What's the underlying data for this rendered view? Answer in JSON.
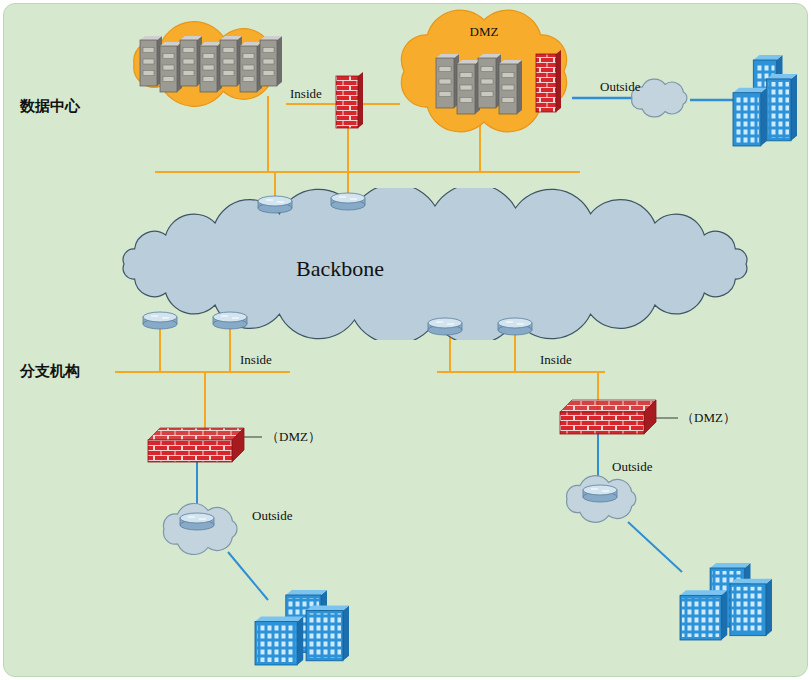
{
  "diagram": {
    "nodes": [
      {
        "text": [
          "DMZ"
        ]
      },
      {
        "text": [
          "Backbone"
        ]
      }
    ],
    "labels": [
      "数据中心",
      "Inside",
      "Outside",
      "分支机构",
      "Inside",
      "（DMZ）",
      "Outside",
      "Inside",
      "（DMZ）",
      "Outside"
    ]
  }
}
